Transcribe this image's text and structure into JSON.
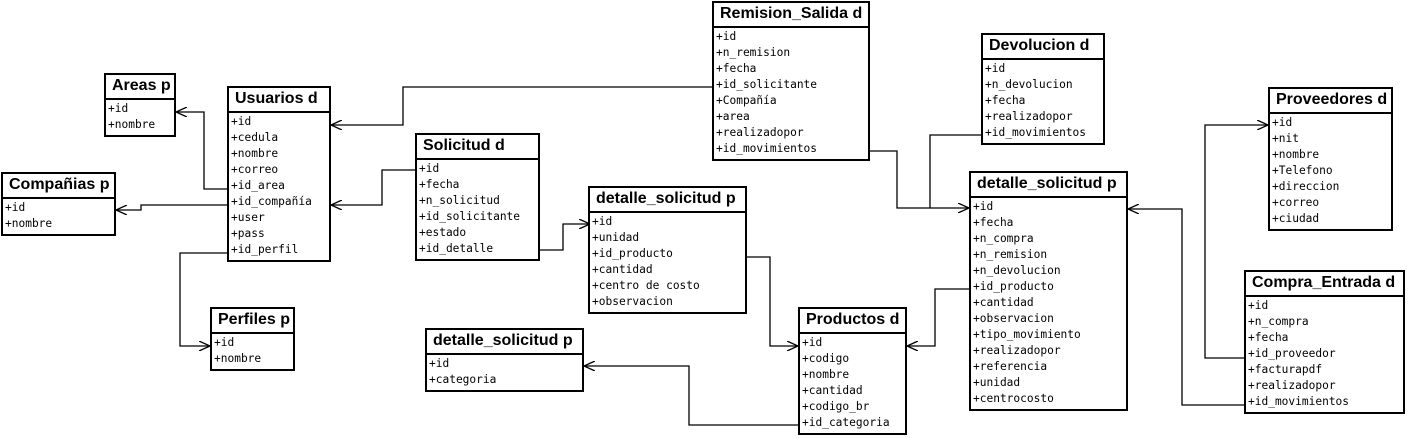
{
  "entities": {
    "remision_salida": {
      "title": "Remision_Salida d",
      "fields": [
        "+id",
        "+n_remision",
        "+fecha",
        "+id_solicitante",
        "+Compañía",
        "+area",
        "+realizadopor",
        "+id_movimientos"
      ]
    },
    "devolucion": {
      "title": "Devolucion d",
      "fields": [
        "+id",
        "+n_devolucion",
        "+fecha",
        "+realizadopor",
        "+id_movimientos"
      ]
    },
    "proveedores": {
      "title": "Proveedores d",
      "fields": [
        "+id",
        "+nit",
        "+nombre",
        "+Telefono",
        "+direccion",
        "+correo",
        "+ciudad"
      ]
    },
    "areas": {
      "title": "Areas p",
      "fields": [
        "+id",
        "+nombre"
      ]
    },
    "usuarios": {
      "title": "Usuarios d",
      "fields": [
        "+id",
        "+cedula",
        "+nombre",
        "+correo",
        "+id_area",
        "+id_compañía",
        "+user",
        "+pass",
        "+id_perfil"
      ]
    },
    "solicitud": {
      "title": "Solicitud d",
      "fields": [
        "+id",
        "+fecha",
        "+n_solicitud",
        "+id_solicitante",
        "+estado",
        "+id_detalle"
      ]
    },
    "companias": {
      "title": "Compañias p",
      "fields": [
        "+id",
        "+nombre"
      ]
    },
    "detalle_solicitud_1": {
      "title": "detalle_solicitud p",
      "fields": [
        "+id",
        "+unidad",
        "+id_producto",
        "+cantidad",
        "+centro de costo",
        "+observacion"
      ]
    },
    "detalle_solicitud_2": {
      "title": "detalle_solicitud p",
      "fields": [
        "+id",
        "+fecha",
        "+n_compra",
        "+n_remision",
        "+n_devolucion",
        "+id_producto",
        "+cantidad",
        "+observacion",
        "+tipo_movimiento",
        "+realizadopor",
        "+referencia",
        "+unidad",
        "+centrocosto"
      ]
    },
    "perfiles": {
      "title": "Perfiles p",
      "fields": [
        "+id",
        "+nombre"
      ]
    },
    "productos": {
      "title": "Productos d",
      "fields": [
        "+id",
        "+codigo",
        "+nombre",
        "+cantidad",
        "+codigo_br",
        "+id_categoria"
      ]
    },
    "detalle_solicitud_3": {
      "title": "detalle_solicitud p",
      "fields": [
        "+id",
        "+categoria"
      ]
    },
    "compra_entrada": {
      "title": "Compra_Entrada d",
      "fields": [
        "+id",
        "+n_compra",
        "+fecha",
        "+id_proveedor",
        "+facturapdf",
        "+realizadopor",
        "+id_movimientos"
      ]
    }
  }
}
